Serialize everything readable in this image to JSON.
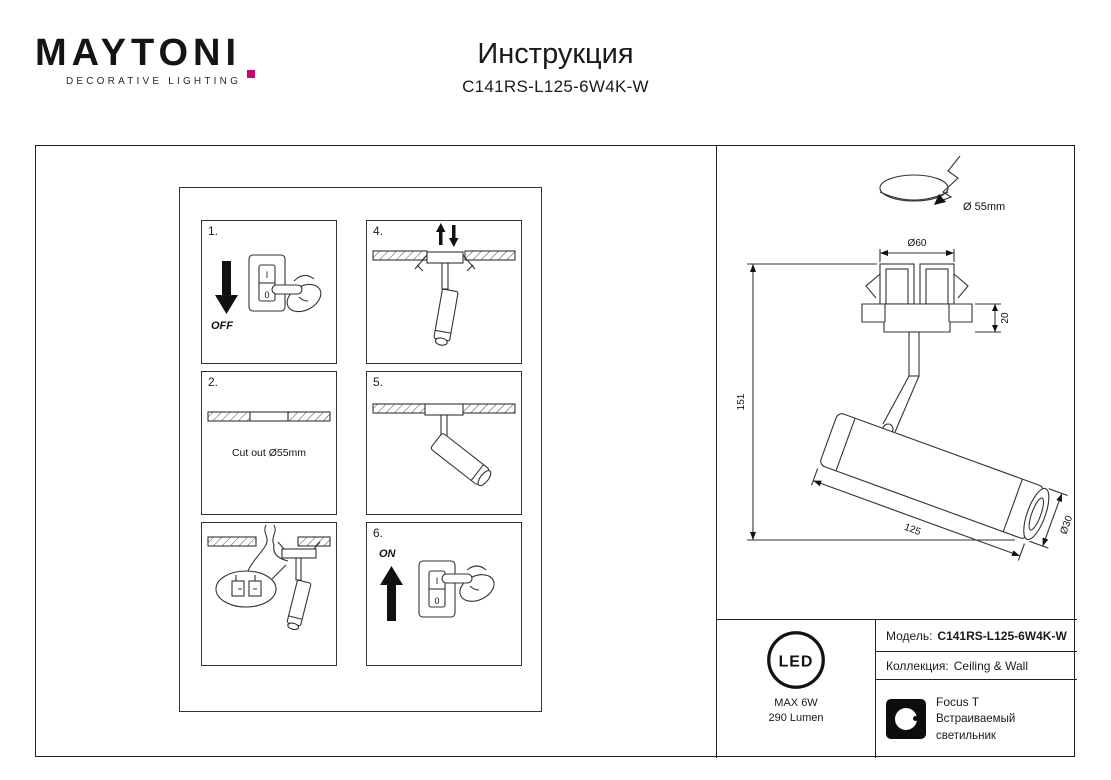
{
  "header": {
    "logo_text": "MAYTONI",
    "logo_tagline": "DECORATIVE LIGHTING",
    "title": "Инструкция",
    "model": "C141RS-L125-6W4K-W"
  },
  "colors": {
    "accent": "#cf0072",
    "line": "#333333"
  },
  "steps": {
    "step1": {
      "number": "1.",
      "arrow_label": "OFF",
      "switch_top": "I",
      "switch_bottom": "0"
    },
    "step2": {
      "number": "2.",
      "caption": "Cut out Ø55mm"
    },
    "step3": {
      "number": ""
    },
    "step4": {
      "number": "4."
    },
    "step5": {
      "number": "5."
    },
    "step6": {
      "number": "6.",
      "arrow_label": "ON",
      "switch_top": "I",
      "switch_bottom": "0"
    }
  },
  "technical_drawing": {
    "cutout_dia": "Ø 55mm",
    "trim_dia": "Ø60",
    "recess_depth": "20",
    "height": "151",
    "body_length": "125",
    "body_dia": "Ø30"
  },
  "specs": {
    "led_label": "LED",
    "max_power": "MAX 6W",
    "luminous_flux": "290 Lumen",
    "model_label": "Модель:",
    "model_value": "C141RS-L125-6W4K-W",
    "collection_label": "Коллекция:",
    "collection_value": "Ceiling & Wall",
    "series_name": "Focus T",
    "product_type": "Встраиваемый светильник"
  }
}
